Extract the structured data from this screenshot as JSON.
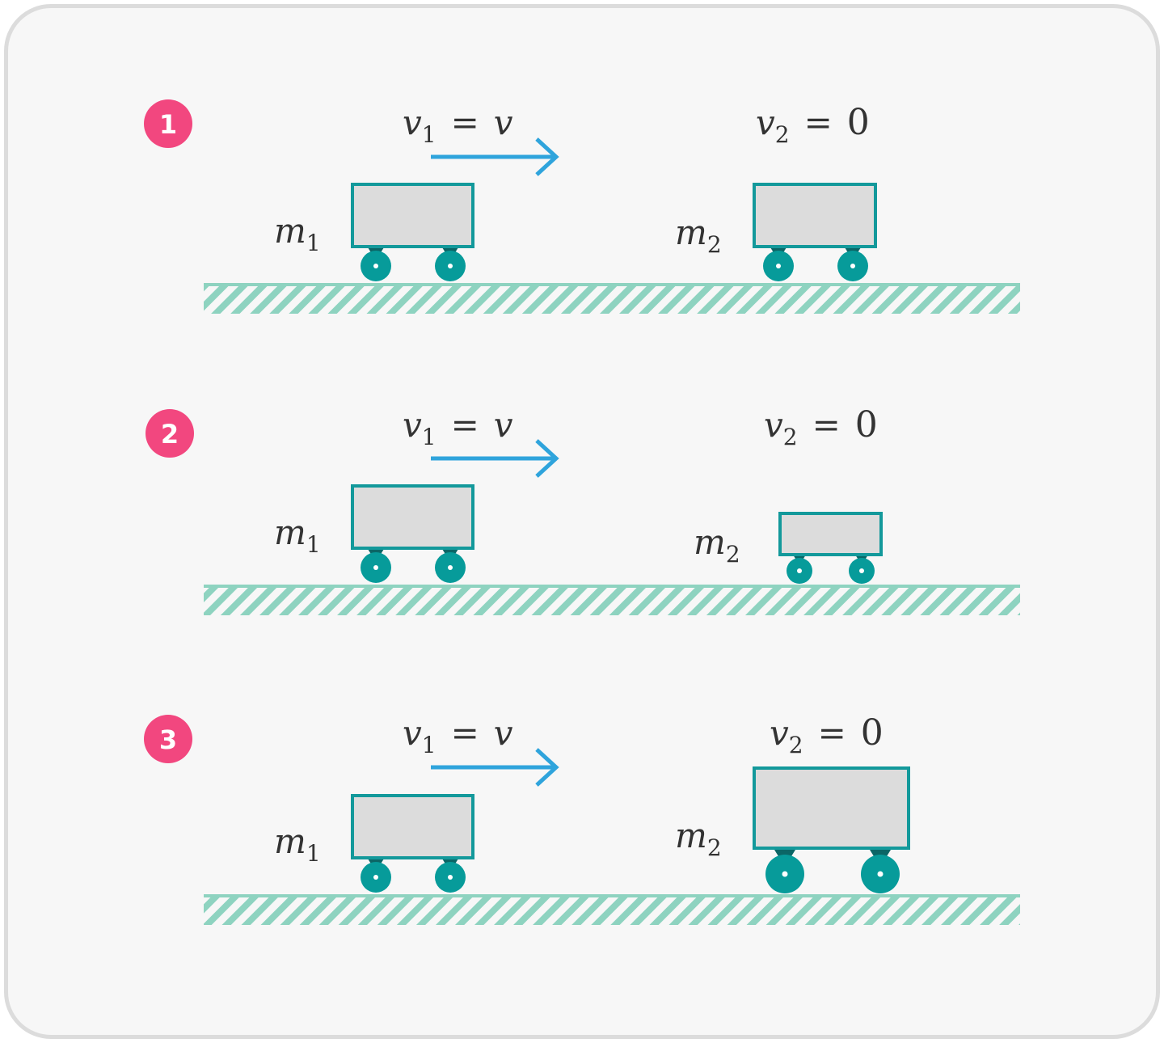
{
  "scenarios": [
    {
      "badge": "1",
      "m1": {
        "sym": "m",
        "sub": "1"
      },
      "m2": {
        "sym": "m",
        "sub": "2"
      },
      "v1": {
        "sym": "v",
        "sub": "1",
        "eq": "=",
        "rhs": "v"
      },
      "v2": {
        "sym": "v",
        "sub": "2",
        "eq": "=",
        "rhs": "0"
      }
    },
    {
      "badge": "2",
      "m1": {
        "sym": "m",
        "sub": "1"
      },
      "m2": {
        "sym": "m",
        "sub": "2"
      },
      "v1": {
        "sym": "v",
        "sub": "1",
        "eq": "=",
        "rhs": "v"
      },
      "v2": {
        "sym": "v",
        "sub": "2",
        "eq": "=",
        "rhs": "0"
      }
    },
    {
      "badge": "3",
      "m1": {
        "sym": "m",
        "sub": "1"
      },
      "m2": {
        "sym": "m",
        "sub": "2"
      },
      "v1": {
        "sym": "v",
        "sub": "1",
        "eq": "=",
        "rhs": "v"
      },
      "v2": {
        "sym": "v",
        "sub": "2",
        "eq": "=",
        "rhs": "0"
      }
    }
  ],
  "colors": {
    "badge": "#f2477f",
    "arrow": "#2fa4dc",
    "cart_fill": "#dcdcdc",
    "cart_border": "#13999b",
    "wheel": "#079b9a",
    "wheel_mount": "#0b6666",
    "ground": "#8ed3c0"
  },
  "icons": {
    "velocity_arrow": "right-arrow-icon",
    "badge": "numbered-circle"
  }
}
